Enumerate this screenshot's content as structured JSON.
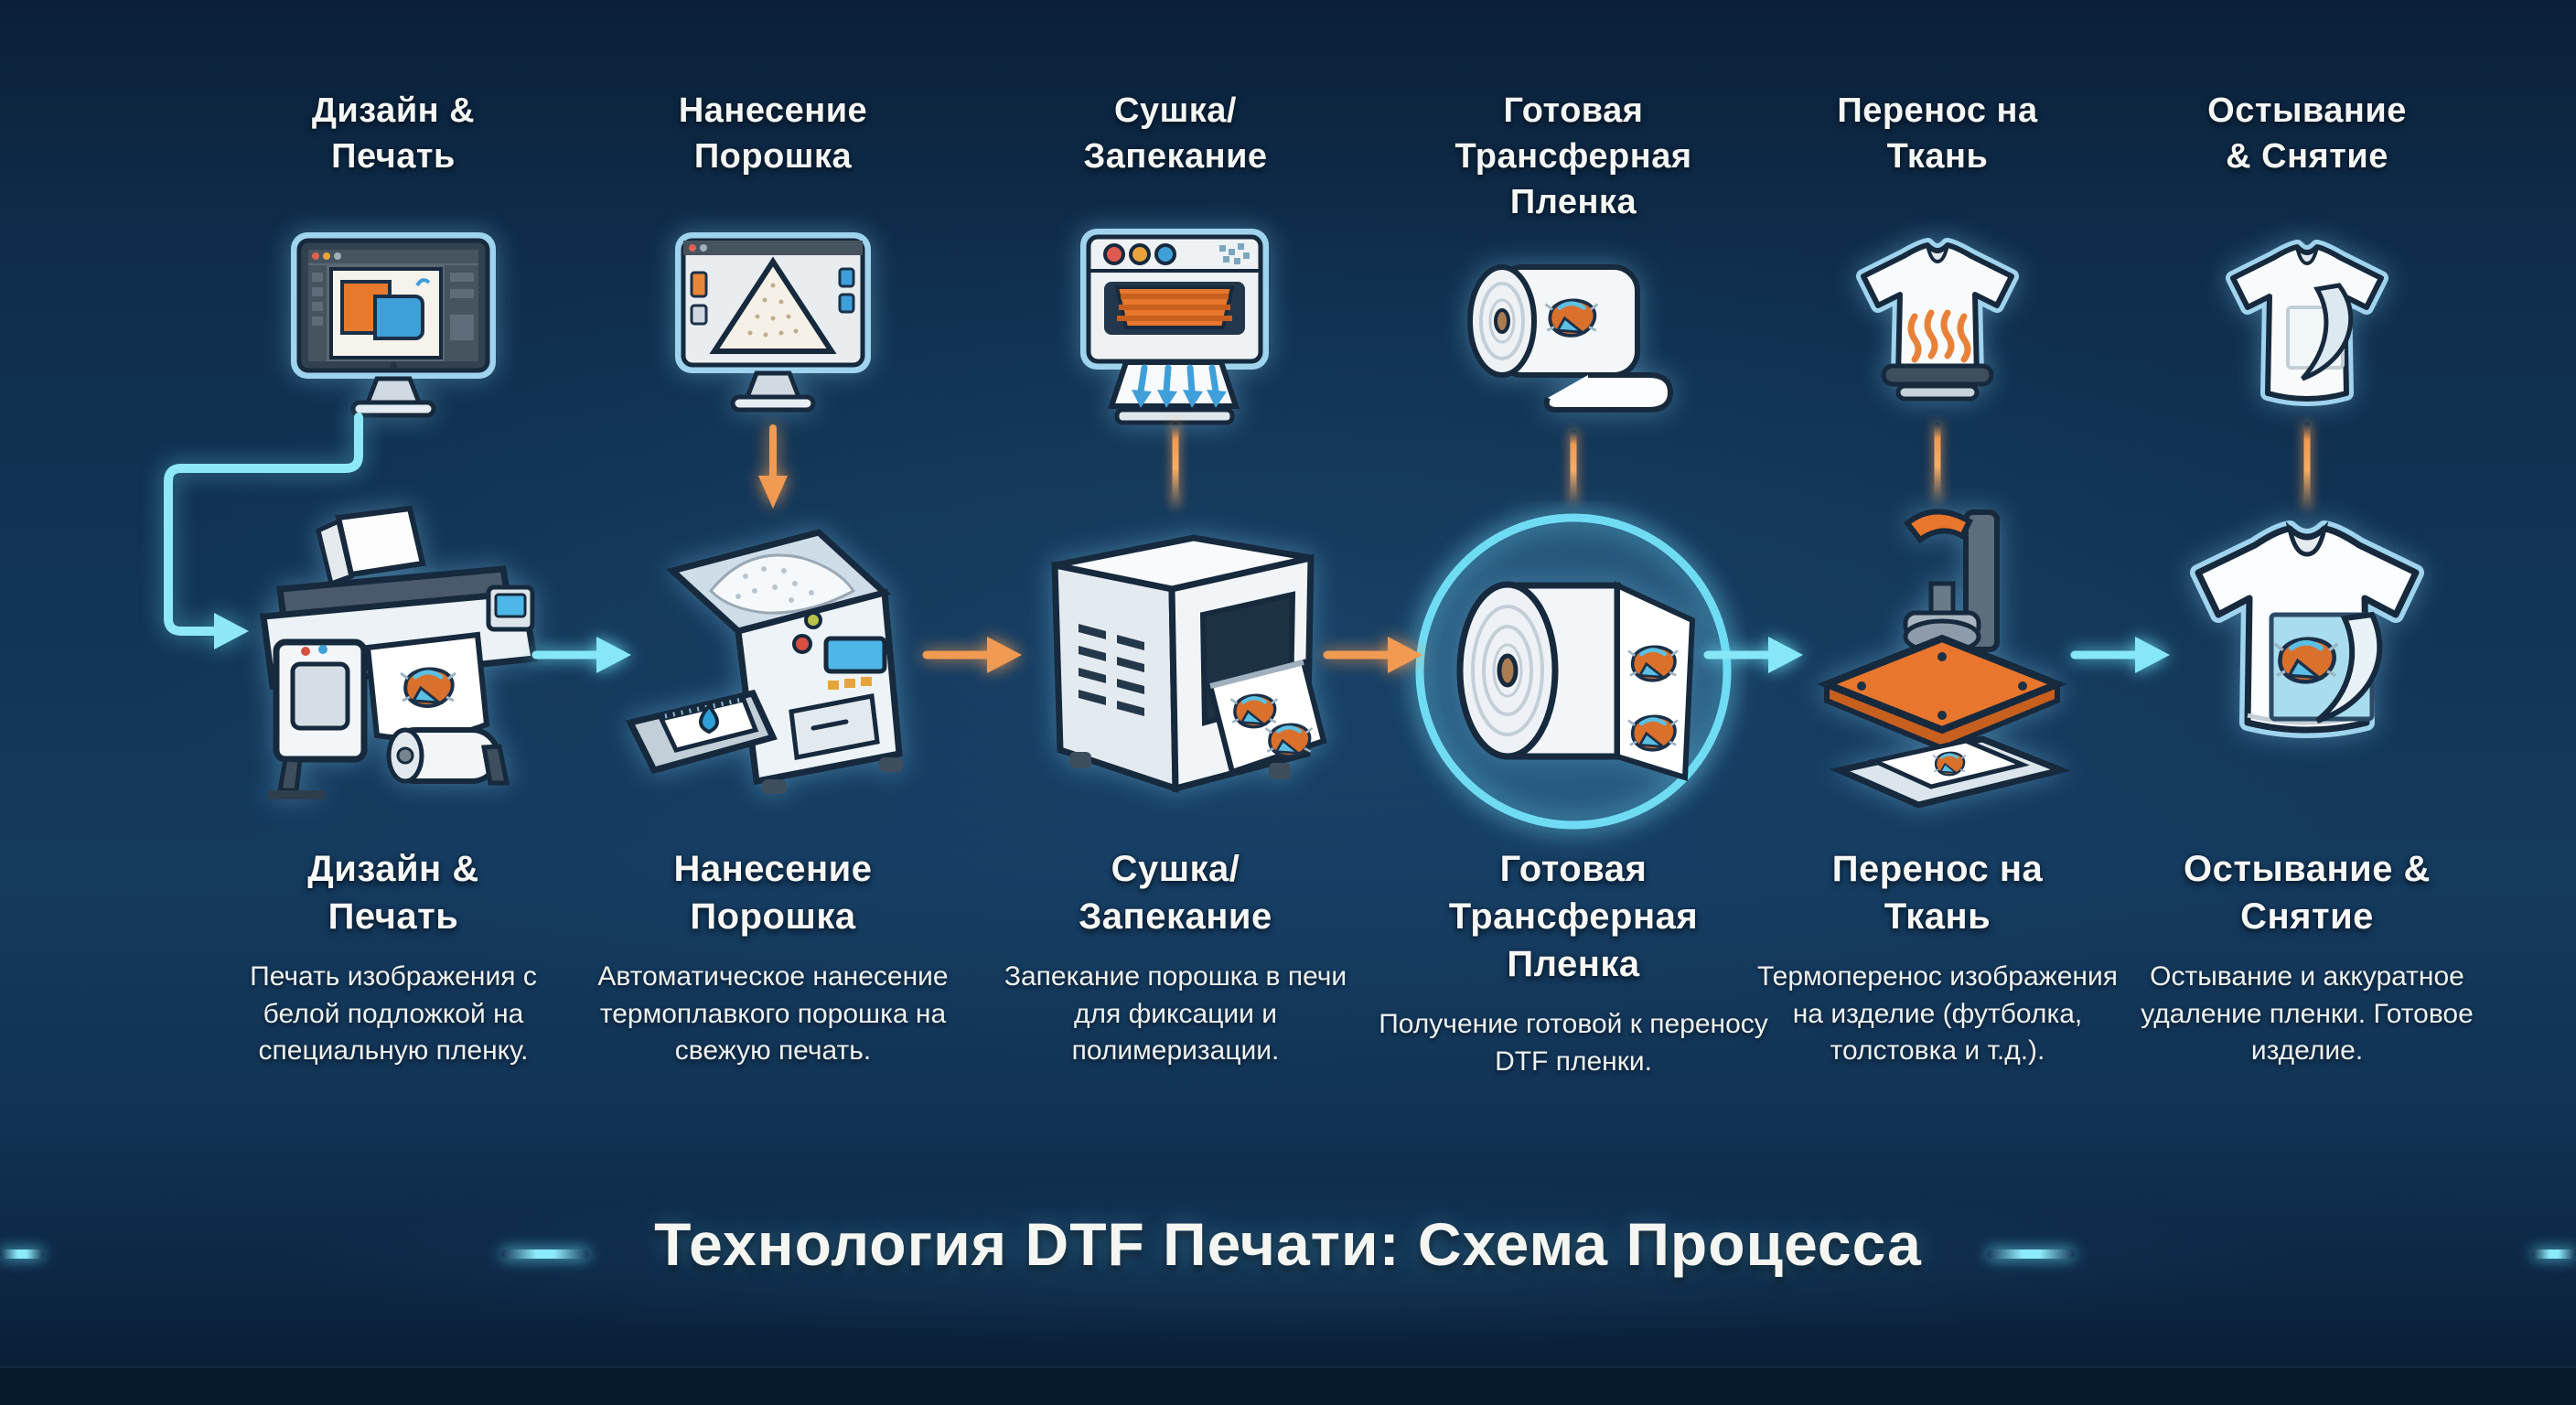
{
  "title": "Технология DTF Печати: Схема Процесса",
  "colors": {
    "background": "#123455",
    "accent_cyan": "#86e7f8",
    "accent_orange": "#f09a52",
    "text": "#f4f6f3"
  },
  "steps": [
    {
      "top_label": "Дизайн &\nПечать",
      "heading": "Дизайн &\nПечать",
      "description": "Печать изображения с белой подложкой на специальную пленку.",
      "icon_top": "design-monitor-icon",
      "icon_main": "wide-format-printer-icon"
    },
    {
      "top_label": "Нанесение\nПорошка",
      "heading": "Нанесение\nПорошка",
      "description": "Автоматическое нанесение термоплавкого порошка на свежую печать.",
      "icon_top": "powder-monitor-icon",
      "icon_main": "powder-applicator-icon"
    },
    {
      "top_label": "Сушка/\nЗапекание",
      "heading": "Сушка/\nЗапекание",
      "description": "Запекание порошка в печи для фиксации и полимеризации.",
      "icon_top": "dryer-oven-icon",
      "icon_main": "curing-oven-icon"
    },
    {
      "top_label": "Готовая\nТрансферная\nПленка",
      "heading": "Готовая\nТрансферная\nПленка",
      "description": "Получение готовой к переносу DTF пленки.",
      "icon_top": "film-roll-icon",
      "icon_main": "film-roll-highlight-icon"
    },
    {
      "top_label": "Перенос на\nТкань",
      "heading": "Перенос на\nТкань",
      "description": "Термоперенос изображения на изделие (футболка, толстовка и т.д.).",
      "icon_top": "tshirt-heat-icon",
      "icon_main": "heat-press-icon"
    },
    {
      "top_label": "Остывание\n& Снятие",
      "heading": "Остывание &\nСнятие",
      "description": "Остывание и аккуратное удаление пленки. Готовое изделие.",
      "icon_top": "tshirt-peel-icon",
      "icon_main": "finished-tshirt-icon"
    }
  ]
}
